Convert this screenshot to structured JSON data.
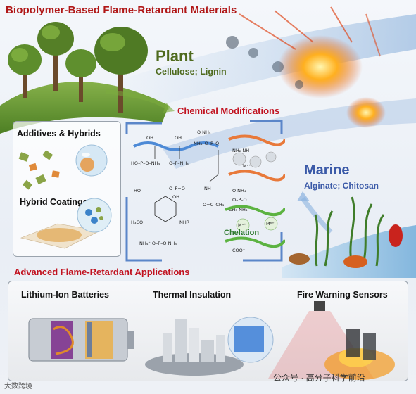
{
  "title": "Biopolymer-Based Flame-Retardant Materials",
  "plant": {
    "heading": "Plant",
    "sub": "Cellulose; Lignin"
  },
  "chemical_modifications": "Chemical Modifications",
  "marine": {
    "heading": "Marine",
    "sub": "Alginate; Chitosan"
  },
  "left_panel": {
    "item1": "Additives & Hybrids",
    "item2": "Hybrid Coatings"
  },
  "chelation": "Chelation",
  "applications": {
    "heading": "Advanced Flame-Retardant Applications",
    "items": [
      "Lithium-Ion Batteries",
      "Thermal Insulation",
      "Fire Warning Sensors"
    ]
  },
  "watermarks": {
    "right": "公众号 · 高分子科学前沿",
    "left": "大数跨境"
  },
  "colors": {
    "title_red": "#b01717",
    "plant_green": "#4f6b1e",
    "marine_blue": "#3b5aa8"
  }
}
